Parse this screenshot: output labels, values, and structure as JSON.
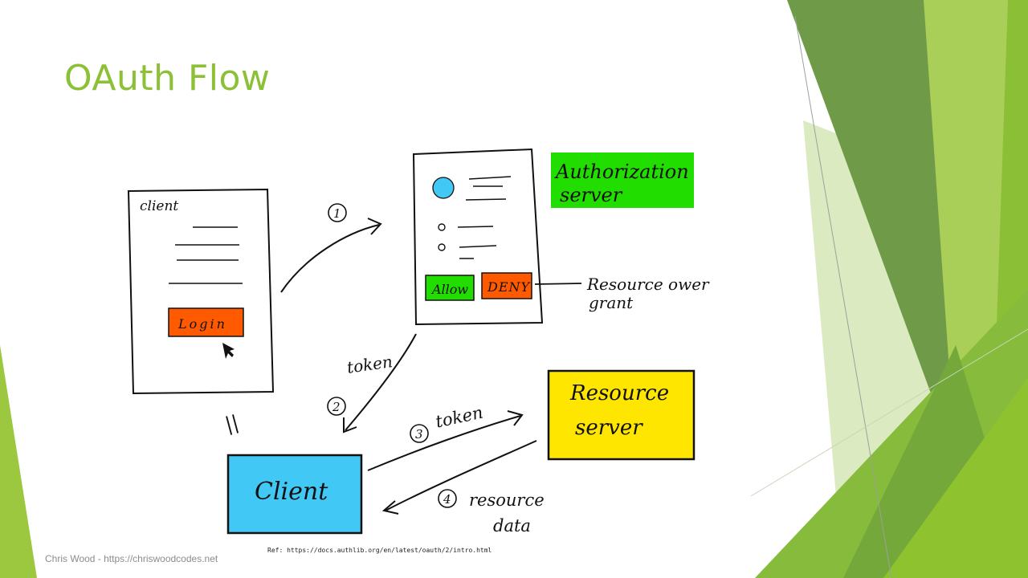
{
  "slide": {
    "title": "OAuth Flow",
    "footer": "Chris Wood - https://chriswoodcodes.net",
    "reference": "Ref: https://docs.authlib.org/en/latest/oauth/2/intro.html"
  },
  "diagram": {
    "client_page": {
      "label": "client",
      "button_label": "Login"
    },
    "auth_page": {
      "allow_label": "Allow",
      "deny_label": "DENY"
    },
    "authorization_server_label_line1": "Authorization",
    "authorization_server_label_line2": "server",
    "resource_owner_grant_line1": "Resource ower",
    "resource_owner_grant_line2": "grant",
    "client_box_label": "Client",
    "resource_server_line1": "Resource",
    "resource_server_line2": "server",
    "step1_label": "1",
    "step2_label": "2",
    "step2_caption": "token",
    "step3_label": "3",
    "step3_caption": "token",
    "step4_label": "4",
    "step4_caption_line1": "resource",
    "step4_caption_line2": "data",
    "equals_mark": "||"
  },
  "colors": {
    "title_green": "#8cc036",
    "login_orange": "#ff5a00",
    "allow_green": "#22dd00",
    "client_blue": "#42c8f5",
    "resource_yellow": "#ffe600",
    "avatar_blue": "#42c8f5"
  }
}
